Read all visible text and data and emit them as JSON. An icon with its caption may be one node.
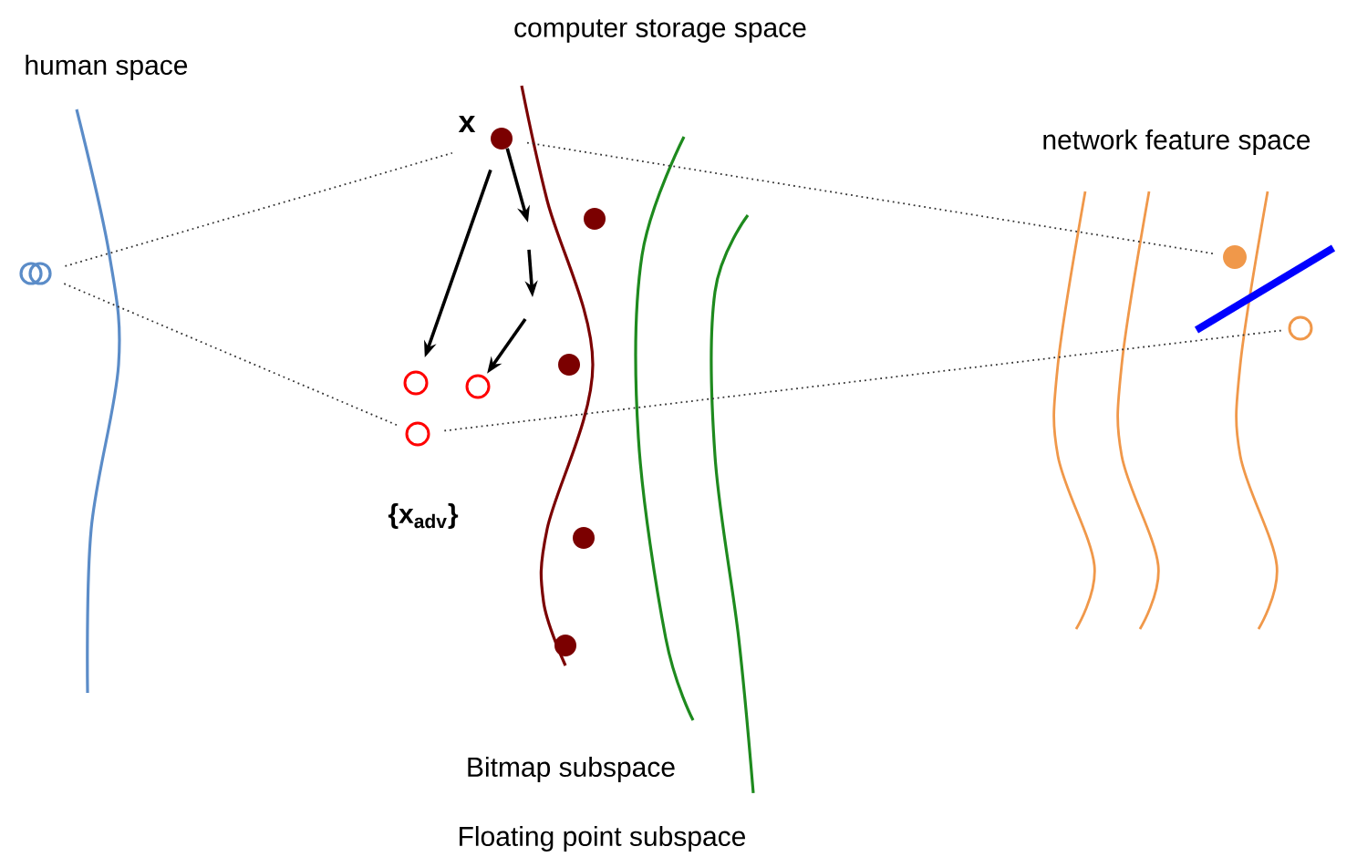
{
  "diagram": {
    "nodes": [
      {
        "text": [],
        "shape": "circle"
      },
      {
        "text": [],
        "shape": "circle",
        "beside": [
          "x"
        ]
      },
      {
        "text": [],
        "shape": "circle"
      },
      {
        "text": [],
        "shape": "circle"
      },
      {
        "text": [],
        "shape": "circle"
      },
      {
        "text": [],
        "shape": "circle"
      },
      {
        "text": [],
        "shape": "circle"
      },
      {
        "text": [],
        "shape": "circle"
      },
      {
        "text": [],
        "shape": "circle"
      },
      {
        "text": [],
        "shape": "circle"
      },
      {
        "text": [],
        "shape": "circle"
      }
    ],
    "edges": [
      {
        "from": 0,
        "to": 1,
        "arrow": "none",
        "style": "dashed"
      },
      {
        "from": 0,
        "to": 2,
        "arrow": "none",
        "style": "dashed"
      },
      {
        "from": 1,
        "to": 7,
        "arrow": "none",
        "style": "dashed"
      },
      {
        "from": 2,
        "to": 10,
        "arrow": "none",
        "style": "dashed"
      },
      {
        "from": 1,
        "to": 3,
        "arrow": "to"
      },
      {
        "from": 1,
        "to": null,
        "arrow": "to"
      },
      {
        "from": null,
        "to": 4,
        "arrow": "to"
      }
    ],
    "labels": [
      "human space",
      "computer storage space",
      "network feature space",
      "{x$_{adv}$}",
      "Bitmap subspace",
      "Floating point subspace"
    ]
  }
}
